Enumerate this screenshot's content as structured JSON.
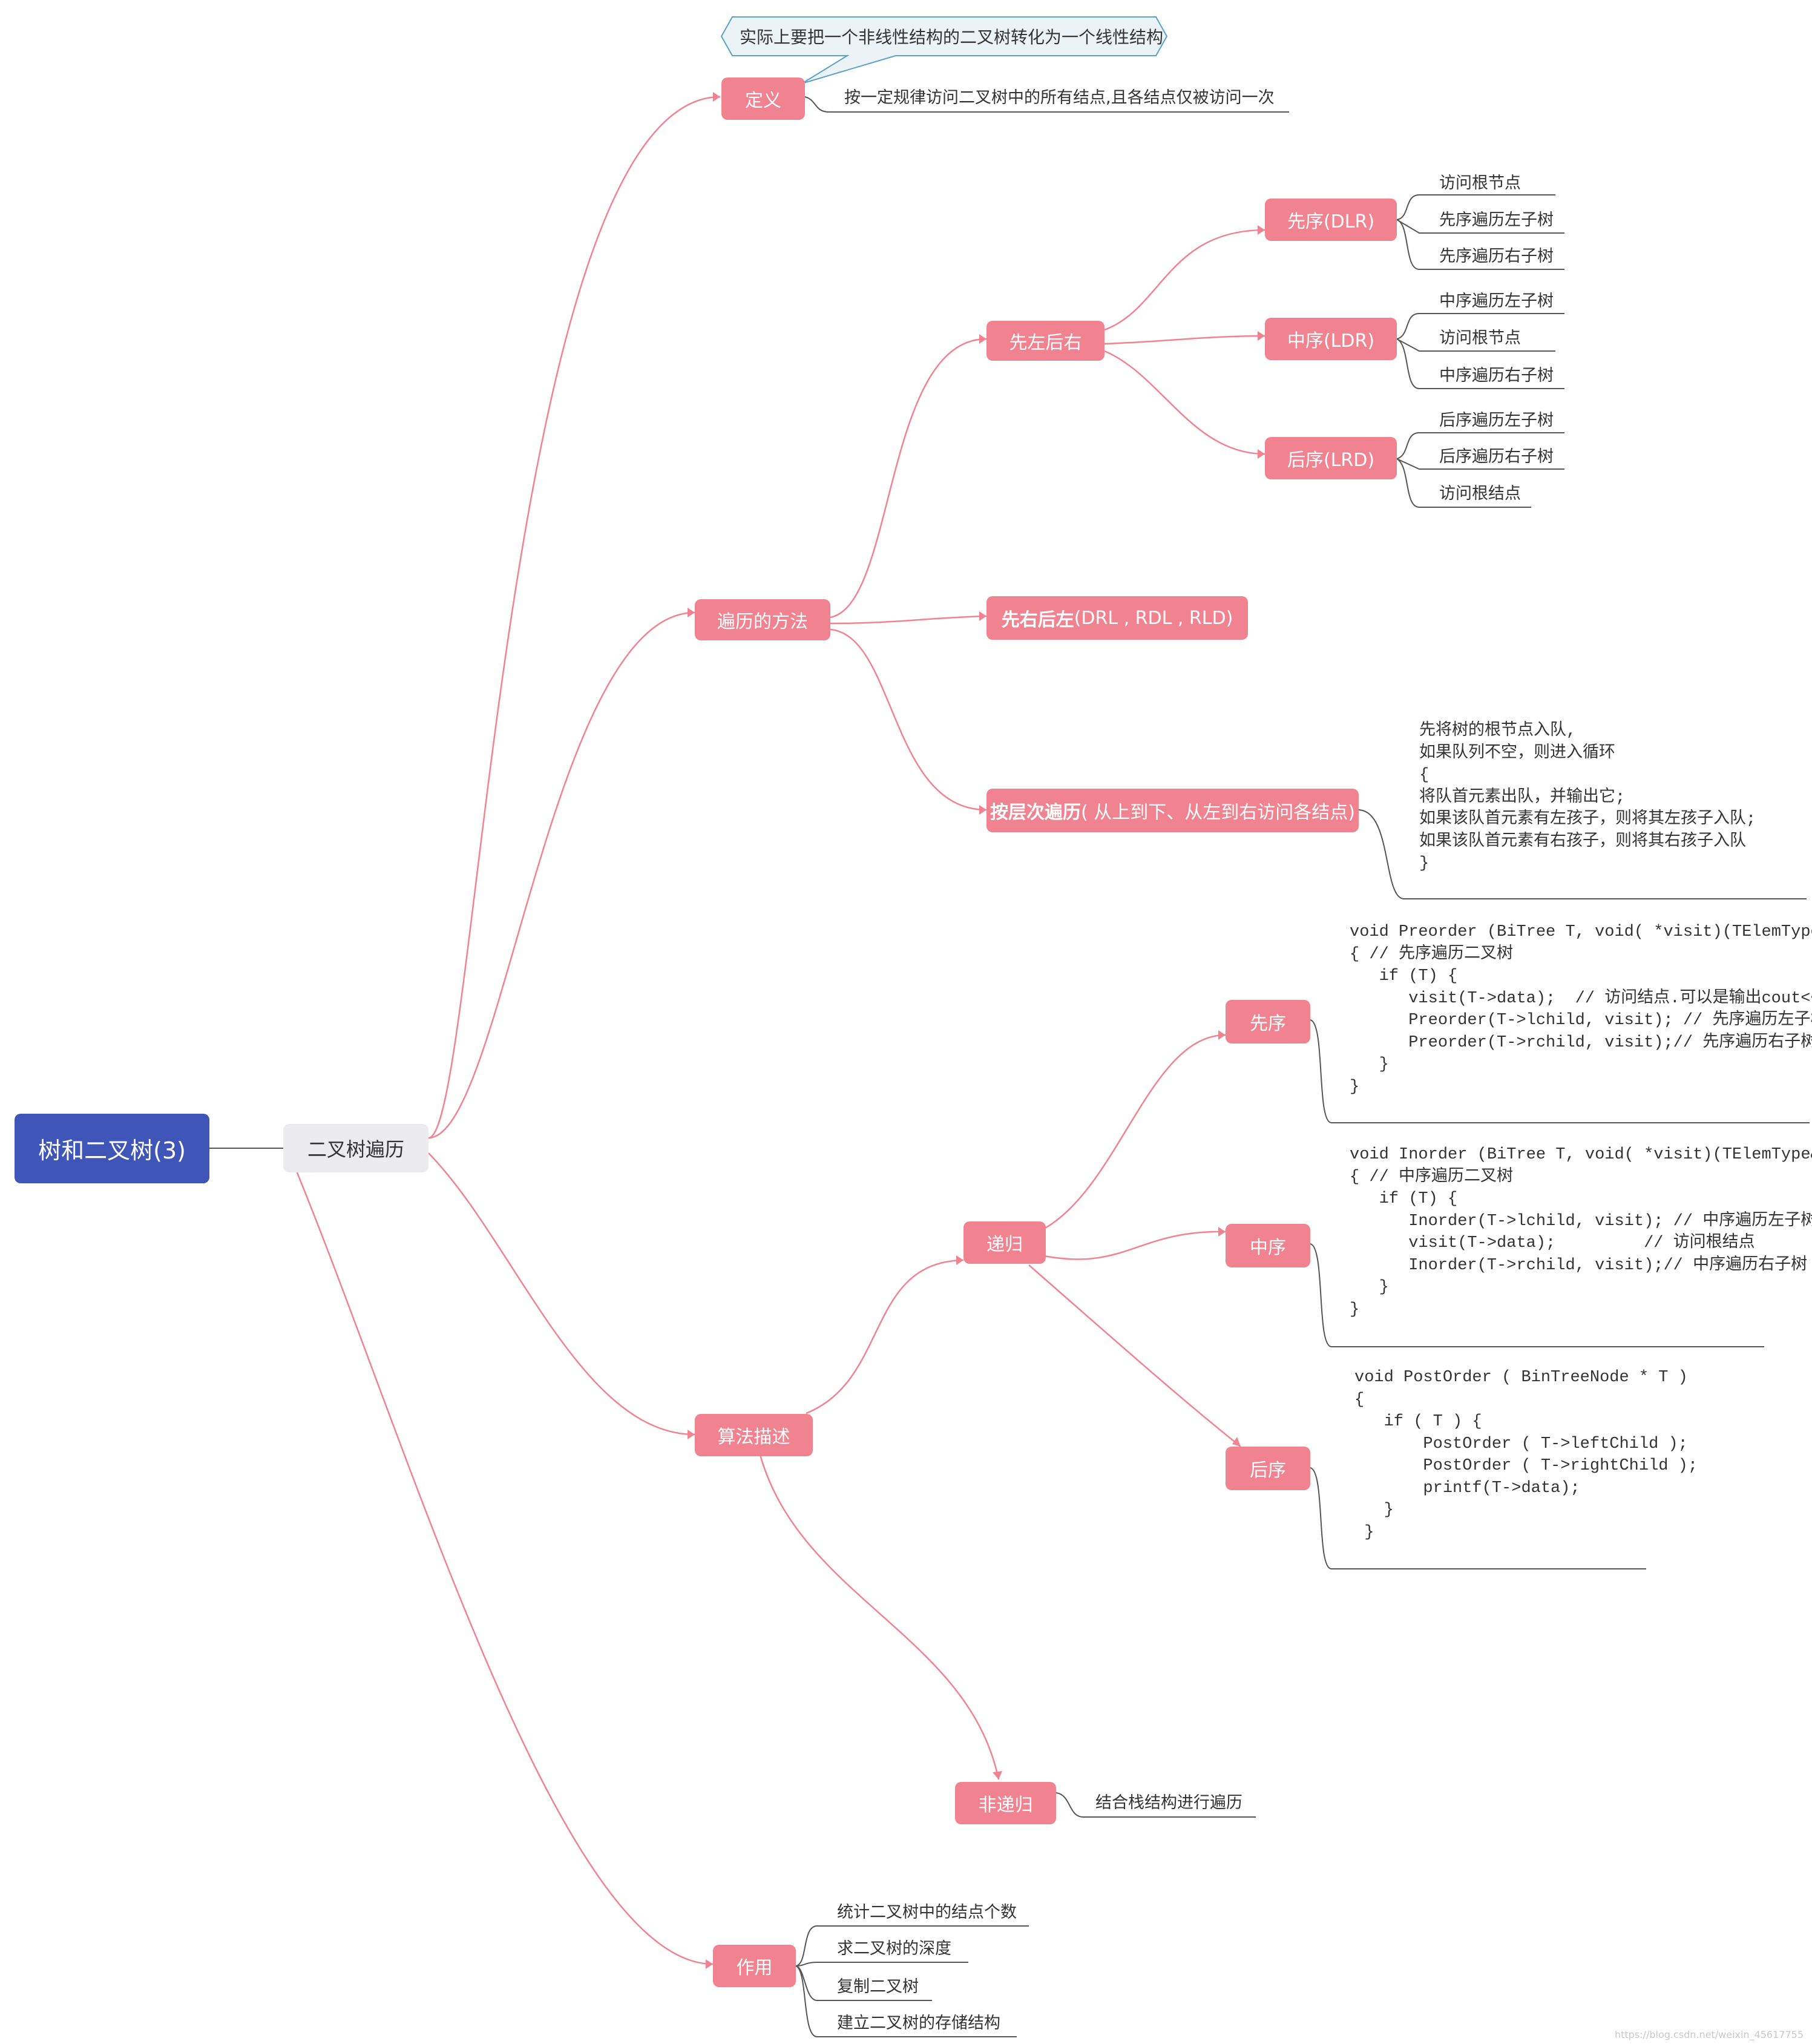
{
  "root": {
    "label": "树和二叉树(3)"
  },
  "main": {
    "label": "二叉树遍历"
  },
  "definition": {
    "label": "定义",
    "callout": "实际上要把一个非线性结构的二叉树转化为一个线性结构",
    "text": "按一定规律访问二叉树中的所有结点,且各结点仅被访问一次"
  },
  "methods": {
    "label": "遍历的方法",
    "left_first": {
      "label": "先左后右",
      "preorder": {
        "label": "先序(DLR)",
        "steps": [
          "访问根节点",
          "先序遍历左子树",
          "先序遍历右子树"
        ]
      },
      "inorder": {
        "label": "中序(LDR)",
        "steps": [
          "中序遍历左子树",
          "访问根节点",
          "中序遍历右子树"
        ]
      },
      "postorder": {
        "label": "后序(LRD)",
        "steps": [
          "后序遍历左子树",
          "后序遍历右子树",
          "访问根结点"
        ]
      }
    },
    "right_first": {
      "label_bold": "先右后左",
      "label_rest": " (DRL , RDL , RLD)"
    },
    "level": {
      "label_bold": "按层次遍历",
      "label_rest": "( 从上到下、从左到右访问各结点)",
      "text": "先将树的根节点入队,\n如果队列不空，则进入循环\n{\n将队首元素出队，并输出它;\n如果该队首元素有左孩子，则将其左孩子入队;\n如果该队首元素有右孩子，则将其右孩子入队\n}"
    }
  },
  "algorithm": {
    "label": "算法描述",
    "recursive": {
      "label": "递归",
      "preorder": {
        "label": "先序",
        "code": "void Preorder (BiTree T, void( *visit)(TElemType& e))\n{ // 先序遍历二叉树\n   if (T) {\n      visit(T->data);  // 访问结点.可以是输出cout<< T->data\n      Preorder(T->lchild, visit); // 先序遍历左子树\n      Preorder(T->rchild, visit);// 先序遍历右子树\n   }\n}"
      },
      "inorder": {
        "label": "中序",
        "code": "void Inorder (BiTree T, void( *visit)(TElemType& e))\n{ // 中序遍历二叉树\n   if (T) {\n      Inorder(T->lchild, visit); // 中序遍历左子树\n      visit(T->data);         // 访问根结点\n      Inorder(T->rchild, visit);// 中序遍历右子树\n   }\n}"
      },
      "postorder": {
        "label": "后序",
        "code": "void PostOrder ( BinTreeNode * T )\n{\n   if ( T ) {\n       PostOrder ( T->leftChild );\n       PostOrder ( T->rightChild );\n       printf(T->data);\n   }\n }"
      }
    },
    "non_recursive": {
      "label": "非递归",
      "text": "结合栈结构进行遍历"
    }
  },
  "usage": {
    "label": "作用",
    "items": [
      "统计二叉树中的结点个数",
      "求二叉树的深度",
      "复制二叉树",
      "建立二叉树的存储结构"
    ]
  },
  "watermark": "https://blog.csdn.net/weixin_45617755",
  "colors": {
    "root": "#3f56b8",
    "main": "#ebebf0",
    "topic": "#f0838f",
    "link": "#f0838f",
    "leaf_line": "#555555"
  }
}
